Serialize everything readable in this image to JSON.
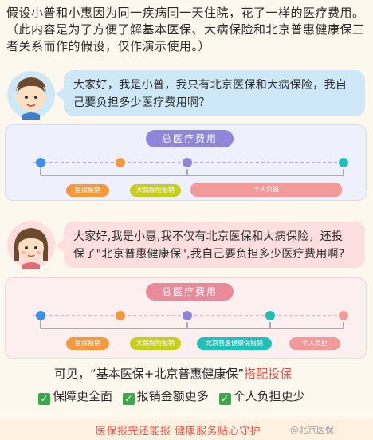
{
  "intro": {
    "line1": "假设小普和小惠因为同一疾病同一天住院，花了一样的医疗费用。",
    "line2": "（此内容是为了方便了解基本医保、大病保险和北京普惠健康保三",
    "line3": "者关系而作的假设，仅作演示使用。）"
  },
  "scene1": {
    "speech_line1": "大家好，我是小普，我只有北京医保和大病保险，我自",
    "speech_line2": "己要负担多少医疗费用啊？",
    "total_label": "总医疗费用",
    "chips": [
      {
        "label": "医保报销",
        "color": "#f39a3c"
      },
      {
        "label": "大病保险报销",
        "color": "#c6cf1c"
      },
      {
        "label": "个人负担",
        "color": "#f29a9a"
      }
    ]
  },
  "scene2": {
    "speech_line1": "大家好,我是小惠,我不仅有北京医保和大病保险，还投",
    "speech_line2": "保了\"北京普惠健康保\",我自己要负担多少医疗费用啊?",
    "total_label": "总医疗费用",
    "chips": [
      {
        "label": "医保报销",
        "color": "#f39a3c"
      },
      {
        "label": "大病保险报销",
        "color": "#c6cf1c"
      },
      {
        "label": "北京普惠健康保报销",
        "color": "#22c0b8"
      },
      {
        "label": "个人负担",
        "color": "#f29a9a"
      }
    ]
  },
  "summary": {
    "prefix": "可见，",
    "quote": "“基本医保+北京普惠健康保”",
    "highlight": "搭配投保",
    "benefits": [
      "保障更全面",
      "报销金额更多",
      "个人负担更少"
    ]
  },
  "footer": {
    "slogan": "医保报完还能报  健康服务贴心守护",
    "watermark": "@北京医保"
  }
}
